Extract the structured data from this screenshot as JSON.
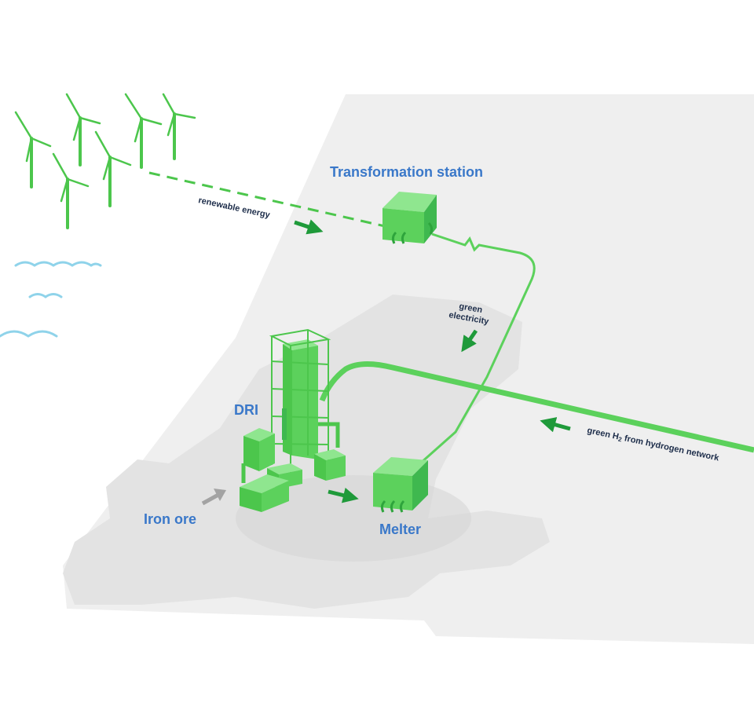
{
  "labels": {
    "transformation_station": "Transformation station",
    "renewable_energy": "renewable energy",
    "green_electricity_line1": "green",
    "green_electricity_line2": "electricity",
    "dri": "DRI",
    "iron_ore": "Iron ore",
    "melter": "Melter",
    "hydrogen_prefix": "green H",
    "hydrogen_subscript": "2",
    "hydrogen_suffix": " from hydrogen network"
  },
  "colors": {
    "green_light": "#7fe07f",
    "green_mid": "#5cd15c",
    "green_main": "#4cc64c",
    "green_dark": "#2ea43c",
    "arrow_green": "#1f9a3a",
    "label_blue": "#3a78c9",
    "label_dark": "#1d2d4a",
    "water_blue": "#8fd3ea",
    "land_light": "#efefef",
    "land_mid": "#e3e3e3",
    "shadow": "#d6d6d6"
  },
  "icons": [
    "wind-turbine-icon",
    "wave-icon",
    "arrow-icon"
  ]
}
